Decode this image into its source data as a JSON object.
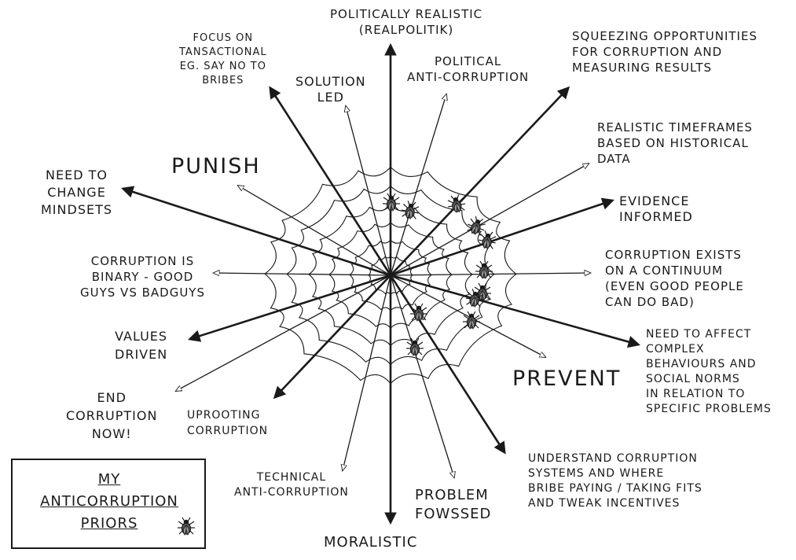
{
  "legend": {
    "lines": [
      "MY",
      "ANTICORRUPTION",
      "PRIORS"
    ],
    "icon": "fly-icon"
  },
  "labels": {
    "top": [
      "POLITICALLY REALISTIC",
      "(REALPOLITIK)"
    ],
    "bottom": [
      "MORALISTIC"
    ],
    "focus_transactional": [
      "FOCUS ON",
      "TANSACTIONAL",
      "EG. SAY NO TO",
      "BRIBES"
    ],
    "solution_led": [
      "SOLUTION",
      "LED"
    ],
    "political_anti": [
      "POLITICAL",
      "ANTI-CORRUPTION"
    ],
    "squeezing": [
      "SQUEEZING OPPORTUNITIES",
      "FOR CORRUPTION AND",
      "MEASURING RESULTS"
    ],
    "realistic_timeframes": [
      "REALISTIC TIMEFRAMES",
      "BASED ON HISTORICAL",
      "DATA"
    ],
    "evidence": [
      "EVIDENCE",
      "INFORMED"
    ],
    "continuum": [
      "CORRUPTION EXISTS",
      "ON A CONTINUUM",
      "(EVEN GOOD PEOPLE",
      "CAN DO BAD)"
    ],
    "complex": [
      "NEED TO AFFECT",
      "COMPLEX",
      "BEHAVIOURS AND",
      "SOCIAL NORMS",
      "IN RELATION TO",
      "SPECIFIC PROBLEMS"
    ],
    "prevent": [
      "PREVENT"
    ],
    "understand": [
      "UNDERSTAND CORRUPTION",
      "SYSTEMS AND WHERE",
      "BRIBE PAYING / TAKING FITS",
      "AND TWEAK INCENTIVES"
    ],
    "problem": [
      "PROBLEM",
      "FOWSSED"
    ],
    "technical": [
      "TECHNICAL",
      "ANTI-CORRUPTION"
    ],
    "uprooting": [
      "UPROOTING",
      "CORRUPTION"
    ],
    "end": [
      "END",
      "CORRUPTION",
      "NOW!"
    ],
    "values": [
      "VALUES",
      "DRIVEN"
    ],
    "binary": [
      "CORRUPTION IS",
      "BINARY - GOOD",
      "GUYS VS BADGUYS"
    ],
    "mindsets": [
      "NEED TO",
      "CHANGE",
      "MINDSETS"
    ],
    "punish": [
      "PUNISH"
    ]
  },
  "colors": {
    "ink": "#1a1a1a",
    "fly_body": "#555555",
    "fly_wing": "#9a9a9a"
  }
}
